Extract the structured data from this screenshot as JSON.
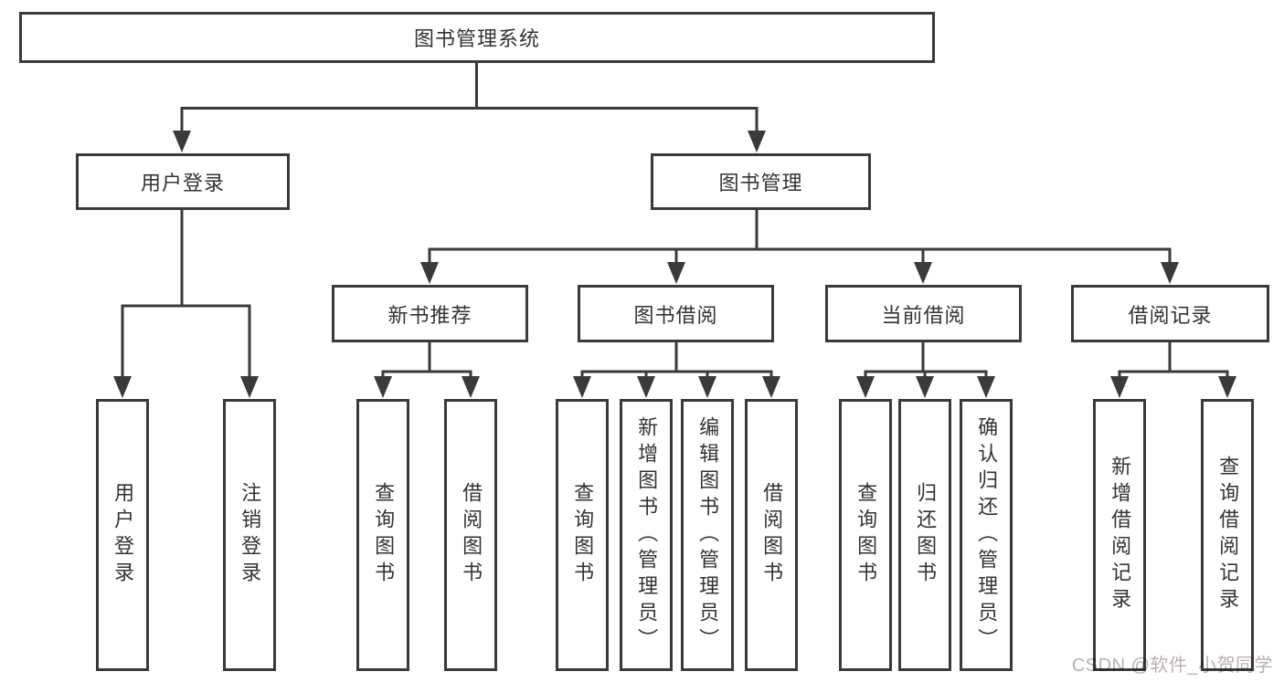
{
  "diagram": {
    "root": {
      "label": "图书管理系统"
    },
    "level2": [
      {
        "label": "用户登录"
      },
      {
        "label": "图书管理"
      }
    ],
    "level3": [
      {
        "label": "新书推荐",
        "parent": "图书管理"
      },
      {
        "label": "图书借阅",
        "parent": "图书管理"
      },
      {
        "label": "当前借阅",
        "parent": "图书管理"
      },
      {
        "label": "借阅记录",
        "parent": "图书管理"
      }
    ],
    "leaves": [
      {
        "label": "用户登录",
        "parent": "用户登录"
      },
      {
        "label": "注销登录",
        "parent": "用户登录"
      },
      {
        "label": "查询图书",
        "parent": "新书推荐"
      },
      {
        "label": "借阅图书",
        "parent": "新书推荐"
      },
      {
        "label": "查询图书",
        "parent": "图书借阅"
      },
      {
        "label": "新增图书（管理员）",
        "parent": "图书借阅"
      },
      {
        "label": "编辑图书（管理员）",
        "parent": "图书借阅"
      },
      {
        "label": "借阅图书",
        "parent": "图书借阅"
      },
      {
        "label": "查询图书",
        "parent": "当前借阅"
      },
      {
        "label": "归还图书",
        "parent": "当前借阅"
      },
      {
        "label": "确认归还（管理员）",
        "parent": "当前借阅"
      },
      {
        "label": "新增借阅记录",
        "parent": "借阅记录"
      },
      {
        "label": "查询借阅记录",
        "parent": "借阅记录"
      }
    ]
  },
  "watermark": {
    "text": "CSDN @软件_小贺同学"
  },
  "colors": {
    "line": "#3a3a3a",
    "text": "#333333",
    "box_background": "#ffffff",
    "watermark": "#b9b0b0"
  }
}
